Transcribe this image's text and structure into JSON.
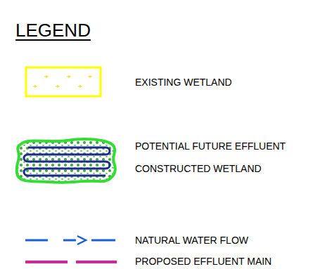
{
  "diagram": {
    "title": "LEGEND",
    "legend": [
      {
        "text": "EXISTING WETLAND"
      },
      {
        "text": "POTENTIAL FUTURE EFFLUENT CONSTRUCTED WETLAND"
      },
      {
        "text": "NATURAL WATER FLOW"
      },
      {
        "text": "PROPOSED EFFLUENT MAIN"
      }
    ]
  }
}
